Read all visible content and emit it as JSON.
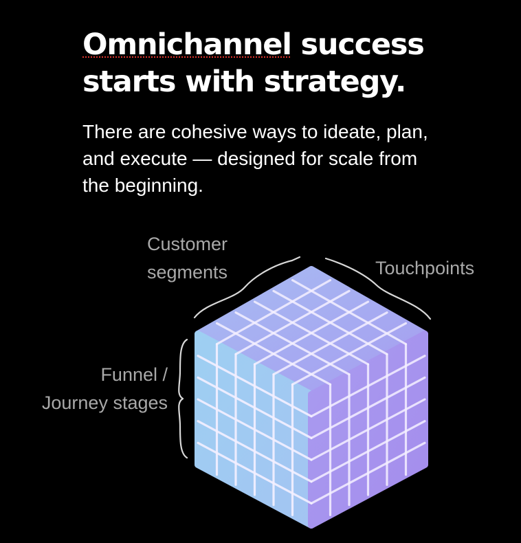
{
  "headline": {
    "line1_word": "Omnichannel",
    "line1_rest": " success",
    "line2": "starts with strategy."
  },
  "subhead": {
    "line1": "There are cohesive ways to ideate, plan,",
    "line2": "and execute — designed for scale from",
    "line3": "the beginning."
  },
  "cube": {
    "labels": {
      "segments_line1": "Customer",
      "segments_line2": "segments",
      "touchpoints": "Touchpoints",
      "funnel_line1": "Funnel /",
      "funnel_line2": "Journey stages"
    },
    "colors": {
      "top_face": "#a8b0f0",
      "left_face": "#9fd0f0",
      "right_face": "#a896ee",
      "grid_lines": "#f4f0ff",
      "label_text": "#a9a9a9",
      "brace_stroke": "#d8d8d8"
    },
    "grid": {
      "columns": 6,
      "rows": 6
    }
  }
}
